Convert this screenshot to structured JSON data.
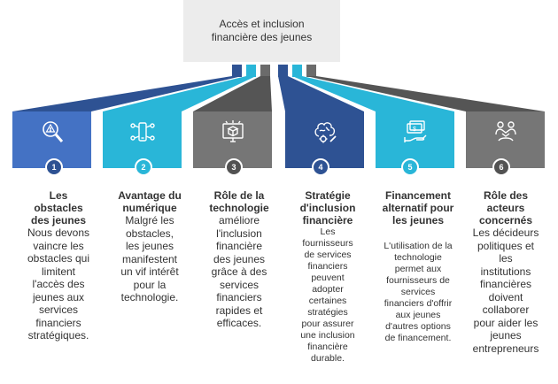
{
  "title": {
    "line1": "Accès et inclusion",
    "line2": "financière des jeunes"
  },
  "colors": {
    "dark_blue": "#2e5293",
    "blue": "#4472c4",
    "cyan": "#29b6d8",
    "gray": "#6b6b6b",
    "dark_gray": "#525252",
    "title_bg": "#ececec"
  },
  "steps": [
    {
      "num": "1",
      "icon": "search-alert-icon",
      "title": [
        "Les",
        "obstacles",
        "des jeunes"
      ],
      "body": [
        "Nous devons",
        "vaincre les",
        "obstacles qui",
        "limitent",
        "l'accès des",
        "jeunes aux",
        "services",
        "financiers",
        "stratégiques."
      ]
    },
    {
      "num": "2",
      "icon": "mobile-network-icon",
      "title": [
        "Avantage du",
        "numérique"
      ],
      "body": [
        "Malgré les",
        "obstacles,",
        "les jeunes",
        "manifestent",
        "un vif intérêt",
        "pour la",
        "technologie."
      ]
    },
    {
      "num": "3",
      "icon": "box-monitor-icon",
      "title": [
        "Rôle de la",
        "technologie"
      ],
      "body": [
        "améliore",
        "l'inclusion",
        "financière",
        "des jeunes",
        "grâce à des",
        "services",
        "financiers",
        "rapides et",
        "efficaces."
      ]
    },
    {
      "num": "4",
      "icon": "brain-gear-icon",
      "title": [
        "Stratégie",
        "d'inclusion",
        "financière"
      ],
      "body": [
        "Les",
        "fournisseurs",
        "de services",
        "financiers",
        "peuvent",
        "adopter",
        "certaines",
        "stratégies",
        "pour assurer",
        "une inclusion",
        "financière",
        "durable."
      ]
    },
    {
      "num": "5",
      "icon": "money-hand-icon",
      "title": [
        "Financement",
        "alternatif pour",
        "les jeunes"
      ],
      "body": [
        "L'utilisation de la",
        "technologie",
        "permet aux",
        "fournisseurs de",
        "services",
        "financiers d'offrir",
        "aux jeunes",
        "d'autres options",
        "de financement."
      ]
    },
    {
      "num": "6",
      "icon": "handshake-people-icon",
      "title": [
        "Rôle des",
        "acteurs",
        "concernés"
      ],
      "body": [
        "Les décideurs",
        "politiques et",
        "les",
        "institutions",
        "financières",
        "doivent",
        "collaborer",
        "pour aider les",
        "jeunes",
        "entrepreneurs"
      ]
    }
  ]
}
